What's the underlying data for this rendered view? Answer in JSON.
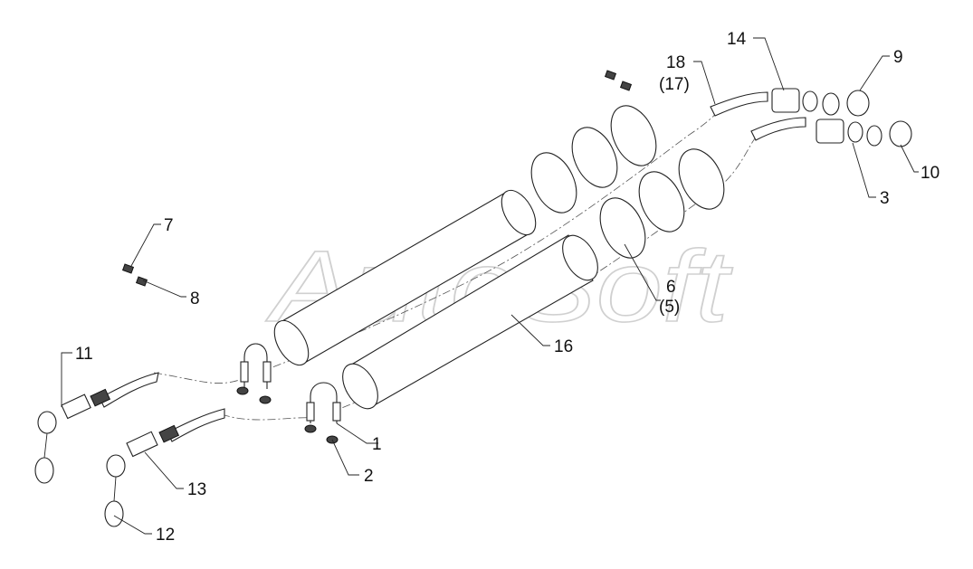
{
  "watermark": "AutoSoft",
  "callouts": [
    {
      "id": "c1",
      "text": "1"
    },
    {
      "id": "c2",
      "text": "2"
    },
    {
      "id": "c3",
      "text": "3"
    },
    {
      "id": "c6",
      "text": "6"
    },
    {
      "id": "c5",
      "text": "(5)"
    },
    {
      "id": "c7",
      "text": "7"
    },
    {
      "id": "c8",
      "text": "8"
    },
    {
      "id": "c9",
      "text": "9"
    },
    {
      "id": "c10",
      "text": "10"
    },
    {
      "id": "c11",
      "text": "11"
    },
    {
      "id": "c12",
      "text": "12"
    },
    {
      "id": "c13",
      "text": "13"
    },
    {
      "id": "c14",
      "text": "14"
    },
    {
      "id": "c16",
      "text": "16"
    },
    {
      "id": "c18",
      "text": "18"
    },
    {
      "id": "c17",
      "text": "(17)"
    }
  ]
}
